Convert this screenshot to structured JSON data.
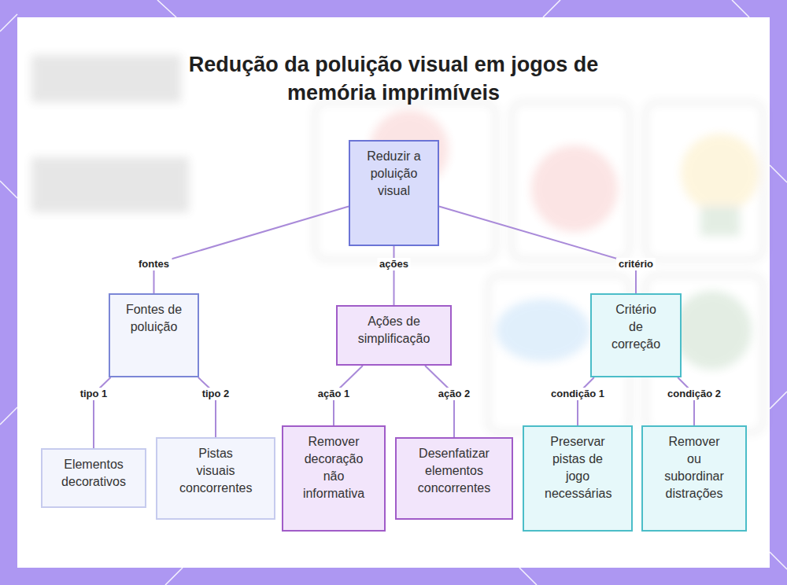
{
  "diagram": {
    "title": "Redução da poluição visual em jogos de memória imprimíveis",
    "nodes": [
      {
        "text": [
          "Reduzir a poluição visual"
        ]
      },
      {
        "text": [
          "Fontes de poluição"
        ]
      },
      {
        "text": [
          "Ações de simplificação"
        ]
      },
      {
        "text": [
          "Critério de correção"
        ]
      },
      {
        "text": [
          "Elementos decorativos"
        ]
      },
      {
        "text": [
          "Pistas visuais concorrentes"
        ]
      },
      {
        "text": [
          "Remover decoração não informativa"
        ]
      },
      {
        "text": [
          "Desenfatizar elementos concorrentes"
        ]
      },
      {
        "text": [
          "Preservar pistas de jogo necessárias"
        ]
      },
      {
        "text": [
          "Remover ou subordinar distrações"
        ]
      }
    ],
    "edges": [
      {
        "from": 0,
        "to": 1,
        "arrow": "none",
        "label": "fontes"
      },
      {
        "from": 0,
        "to": 2,
        "arrow": "none",
        "label": "ações"
      },
      {
        "from": 0,
        "to": 3,
        "arrow": "none",
        "label": "critério"
      },
      {
        "from": 1,
        "to": 4,
        "arrow": "none",
        "label": "tipo 1"
      },
      {
        "from": 1,
        "to": 5,
        "arrow": "none",
        "label": "tipo 2"
      },
      {
        "from": 2,
        "to": 6,
        "arrow": "none",
        "label": "ação 1"
      },
      {
        "from": 2,
        "to": 7,
        "arrow": "none",
        "label": "ação 2"
      },
      {
        "from": 3,
        "to": 8,
        "arrow": "none",
        "label": "condição 1"
      },
      {
        "from": 3,
        "to": 9,
        "arrow": "none",
        "label": "condição 2"
      }
    ]
  }
}
